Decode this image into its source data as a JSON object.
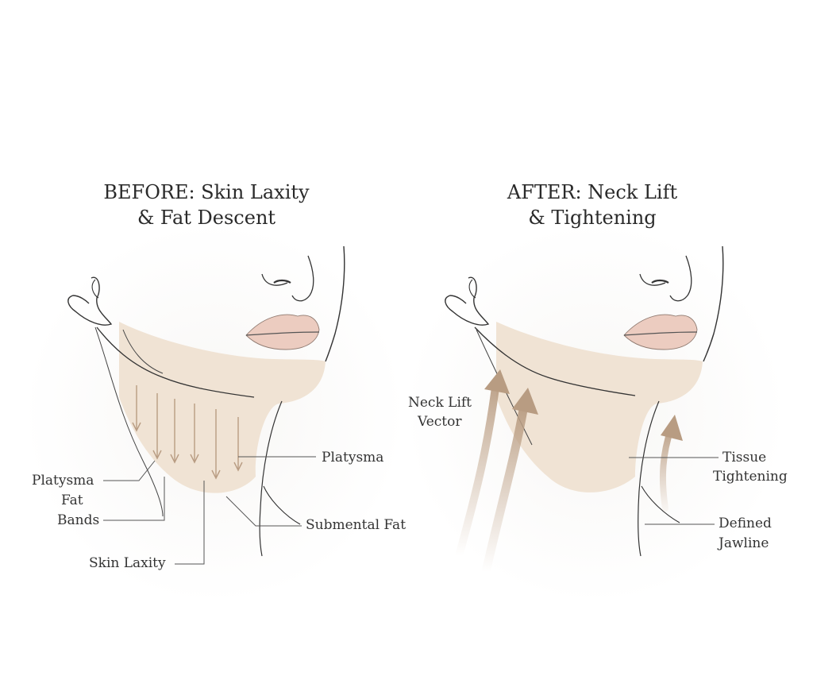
{
  "before": {
    "title_line1": "BEFORE: Skin Laxity",
    "title_line2": "& Fat Descent",
    "labels": {
      "platysma": "Platysma",
      "platysma_fat_bands_1": "Platysma",
      "platysma_fat_bands_2": "Fat",
      "platysma_fat_bands_3": "Bands",
      "submental_fat": "Submental Fat",
      "skin_laxity": "Skin Laxity"
    }
  },
  "after": {
    "title_line1": "AFTER: Neck Lift",
    "title_line2": "& Tightening",
    "labels": {
      "neck_lift_vector_1": "Neck Lift",
      "neck_lift_vector_2": "Vector",
      "tissue_tightening_1": "Tissue",
      "tissue_tightening_2": "Tightening",
      "defined_jawline_1": "Defined",
      "defined_jawline_2": "Jawline"
    }
  },
  "colors": {
    "skin_fill": "#efe2d2",
    "lip_fill": "#ecccc0",
    "line": "#333333",
    "arrow": "#b89c82"
  }
}
